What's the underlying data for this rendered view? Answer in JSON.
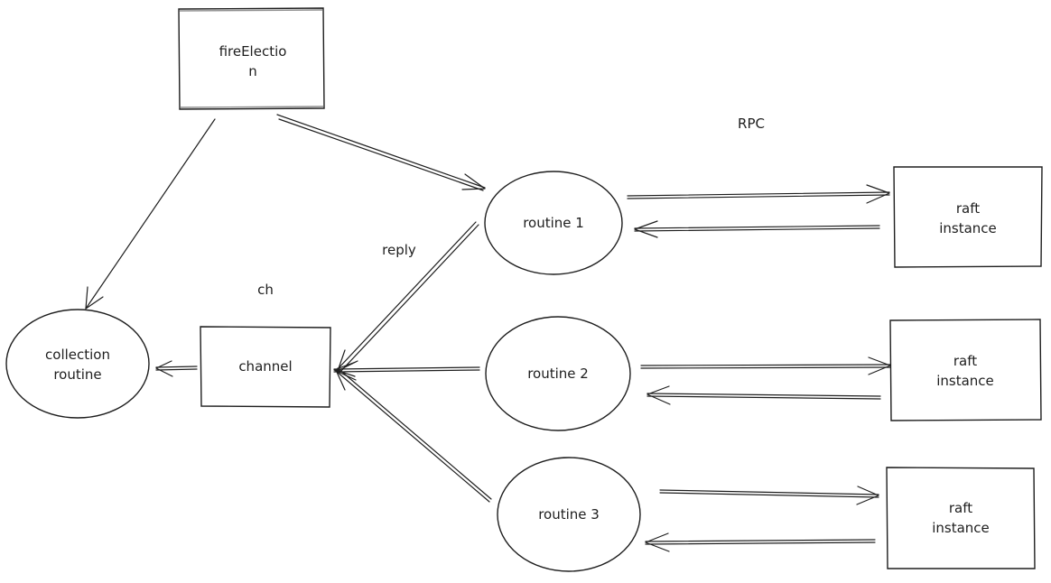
{
  "nodes": {
    "fire_election": {
      "line1": "fireElectio",
      "line2": "n"
    },
    "routine_1": {
      "label": "routine 1"
    },
    "routine_2": {
      "label": "routine 2"
    },
    "routine_3": {
      "label": "routine 3"
    },
    "channel": {
      "label": "channel"
    },
    "collection_routine": {
      "line1": "collection",
      "line2": "routine"
    },
    "raft_1": {
      "line1": "raft",
      "line2": "instance"
    },
    "raft_2": {
      "line1": "raft",
      "line2": "instance"
    },
    "raft_3": {
      "line1": "raft",
      "line2": "instance"
    }
  },
  "labels": {
    "rpc": "RPC",
    "reply": "reply",
    "ch": "ch"
  }
}
